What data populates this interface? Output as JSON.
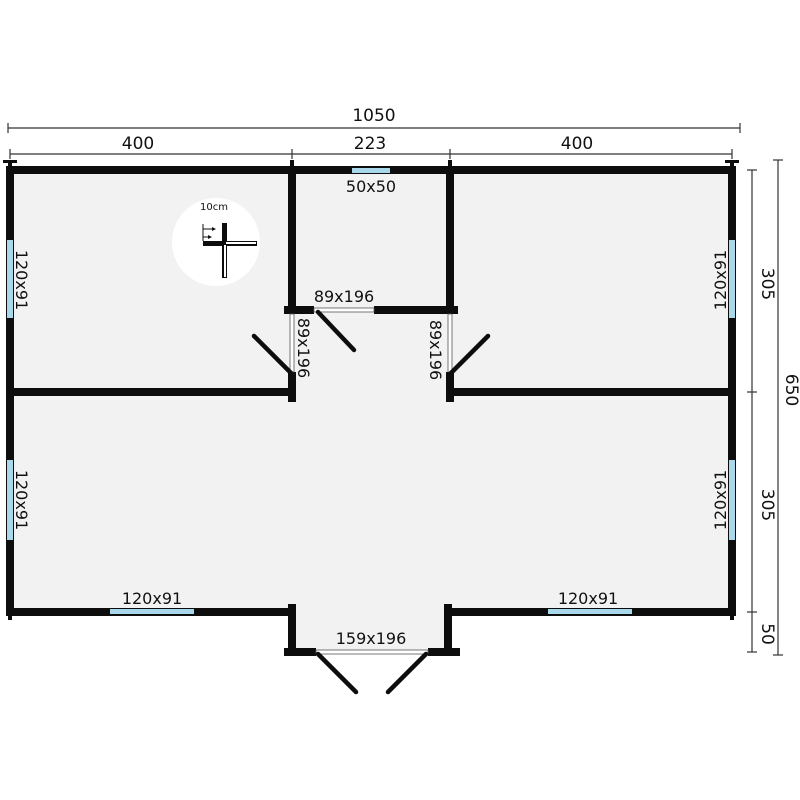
{
  "dimensions": {
    "total_width": "1050",
    "left_width": "400",
    "middle_width": "223",
    "right_width": "400",
    "total_depth": "650",
    "upper_depth": "305",
    "lower_depth": "305",
    "porch_depth": "50"
  },
  "openings": {
    "top_window": "50x50",
    "left_upper_window": "120x91",
    "right_upper_window": "120x91",
    "left_lower_window": "120x91",
    "right_lower_window": "120x91",
    "front_left_window": "120x91",
    "front_right_window": "120x91",
    "middle_door": "89x196",
    "left_room_door": "89x196",
    "right_room_door": "89x196",
    "entrance_door": "159x196"
  },
  "legend": {
    "wall_thickness": "10cm"
  },
  "colors": {
    "floor": "#f2f2f2",
    "wall": "#0d0d0d",
    "window": "#a9d8ea"
  }
}
